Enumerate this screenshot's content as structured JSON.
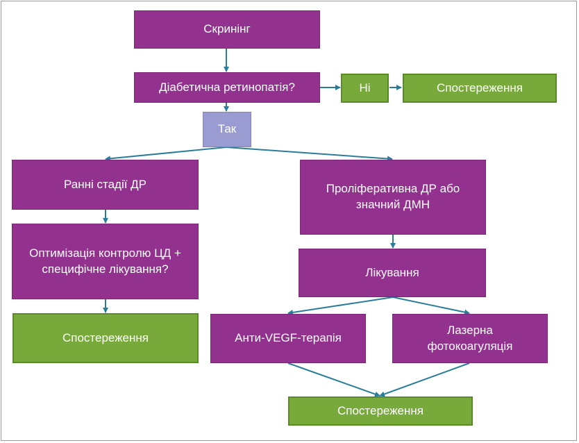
{
  "diagram": {
    "screening": "Скринінг",
    "question_dr": "Діабетична ретинопатія?",
    "answer_no": "Ні",
    "observation_no": "Спостереження",
    "answer_yes": "Так",
    "early_stages": "Ранні стадії ДР",
    "optimization": "Оптимізація контролю ЦД +\nспецифічне лікування?",
    "observation_early": "Спостереження",
    "proliferative": "Проліферативна ДР або\nзначний ДМН",
    "treatment": "Лікування",
    "anti_vegf": "Анти-VEGF-терапія",
    "laser": "Лазерна\nфотокоагуляція",
    "observation_final": "Спостереження"
  },
  "colors": {
    "process": "#93318e",
    "outcome": "#78a93b",
    "answer_yes": "#9a9bd0",
    "connector": "#2a7d98"
  }
}
